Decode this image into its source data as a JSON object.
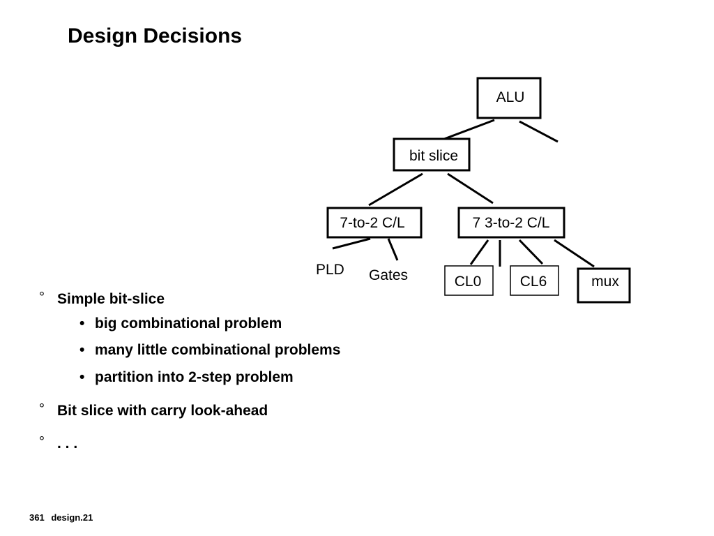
{
  "slide": {
    "title": "Design Decisions"
  },
  "diagram": {
    "nodes": {
      "alu": "ALU",
      "bit_slice": "bit slice",
      "c72": "7-to-2 C/L",
      "c732": "7 3-to-2 C/L",
      "pld": "PLD",
      "gates": "Gates",
      "cl0": "CL0",
      "cl6": "CL6",
      "mux": "mux"
    }
  },
  "bullets": [
    {
      "marker": "°",
      "text": "Simple bit-slice",
      "children": [
        {
          "marker": "•",
          "text": "big combinational problem"
        },
        {
          "marker": "•",
          "text": "many little combinational problems"
        },
        {
          "marker": "•",
          "text": "partition into 2-step problem"
        }
      ]
    },
    {
      "marker": "°",
      "text": "Bit slice with carry look-ahead"
    },
    {
      "marker": "°",
      "text": ". . ."
    }
  ],
  "footer": {
    "page_number": "361",
    "slide_id": "design.21"
  }
}
